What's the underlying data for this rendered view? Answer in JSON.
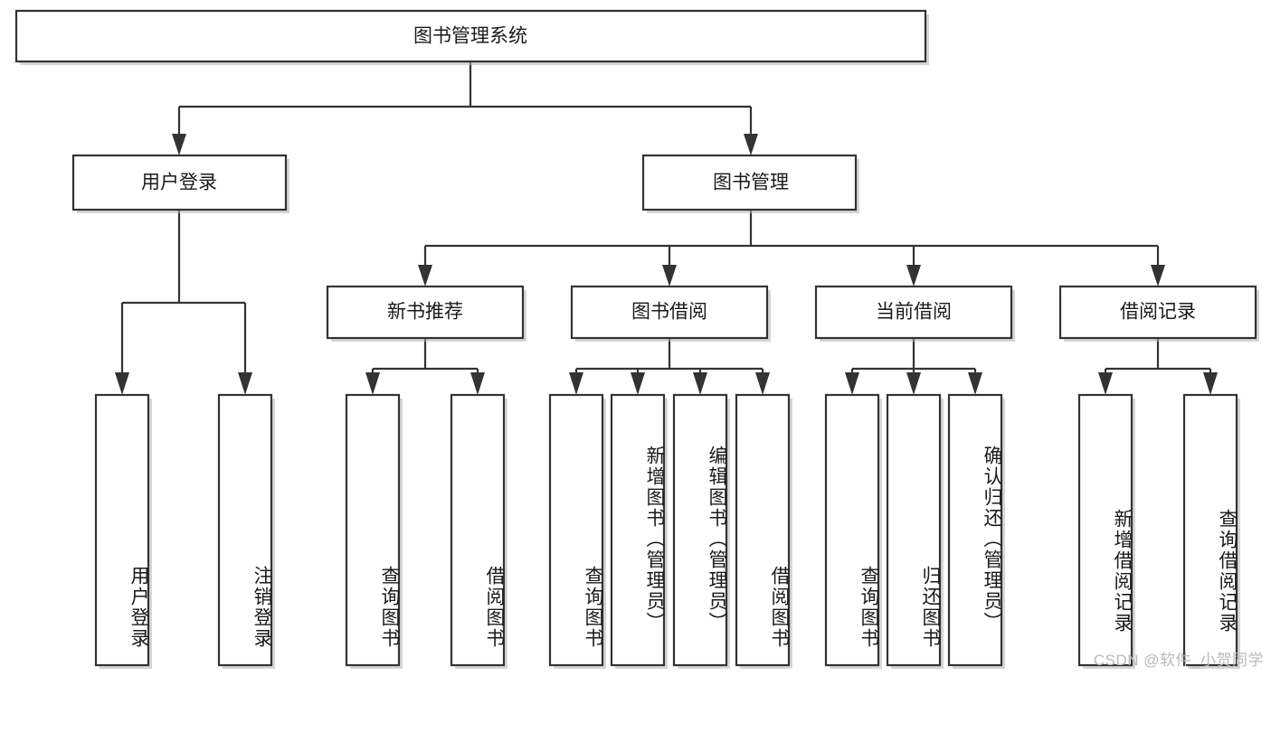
{
  "diagram": {
    "title": "图书管理系统",
    "type": "tree-hierarchy-diagram",
    "watermark": "CSDN @软件_小贺同学",
    "colors": {
      "box_stroke": "#333333",
      "box_fill": "#ffffff",
      "connector": "#333333",
      "text": "#1a1a1a",
      "watermark": "#b9b9b9",
      "background": "#ffffff"
    },
    "levels": [
      {
        "level": 1,
        "nodes": [
          {
            "id": "root",
            "label": "图书管理系统",
            "orientation": "horizontal"
          }
        ]
      },
      {
        "level": 2,
        "nodes": [
          {
            "id": "user-login",
            "label": "用户登录",
            "orientation": "horizontal",
            "parent": "root"
          },
          {
            "id": "book-manage",
            "label": "图书管理",
            "orientation": "horizontal",
            "parent": "root"
          }
        ]
      },
      {
        "level": 3,
        "nodes": [
          {
            "id": "new-book-rec",
            "label": "新书推荐",
            "orientation": "horizontal",
            "parent": "book-manage"
          },
          {
            "id": "book-borrow",
            "label": "图书借阅",
            "orientation": "horizontal",
            "parent": "book-manage"
          },
          {
            "id": "current-borrow",
            "label": "当前借阅",
            "orientation": "horizontal",
            "parent": "book-manage"
          },
          {
            "id": "borrow-record",
            "label": "借阅记录",
            "orientation": "horizontal",
            "parent": "book-manage"
          }
        ]
      },
      {
        "level": 4,
        "nodes": [
          {
            "id": "leaf-user-login",
            "label": "用户登录",
            "orientation": "vertical",
            "parent": "user-login"
          },
          {
            "id": "leaf-logout",
            "label": "注销登录",
            "orientation": "vertical",
            "parent": "user-login"
          },
          {
            "id": "leaf-query-book-1",
            "label": "查询图书",
            "orientation": "vertical",
            "parent": "new-book-rec"
          },
          {
            "id": "leaf-borrow-book-1",
            "label": "借阅图书",
            "orientation": "vertical",
            "parent": "new-book-rec"
          },
          {
            "id": "leaf-query-book-2",
            "label": "查询图书",
            "orientation": "vertical",
            "parent": "book-borrow"
          },
          {
            "id": "leaf-add-book",
            "label": "新增图书（管理员）",
            "orientation": "vertical",
            "parent": "book-borrow"
          },
          {
            "id": "leaf-edit-book",
            "label": "编辑图书（管理员）",
            "orientation": "vertical",
            "parent": "book-borrow"
          },
          {
            "id": "leaf-borrow-book-2",
            "label": "借阅图书",
            "orientation": "vertical",
            "parent": "book-borrow"
          },
          {
            "id": "leaf-query-book-3",
            "label": "查询图书",
            "orientation": "vertical",
            "parent": "current-borrow"
          },
          {
            "id": "leaf-return-book",
            "label": "归还图书",
            "orientation": "vertical",
            "parent": "current-borrow"
          },
          {
            "id": "leaf-confirm-return",
            "label": "确认归还（管理员）",
            "orientation": "vertical",
            "parent": "current-borrow"
          },
          {
            "id": "leaf-add-record",
            "label": "新增借阅记录",
            "orientation": "vertical",
            "parent": "borrow-record"
          },
          {
            "id": "leaf-query-record",
            "label": "查询借阅记录",
            "orientation": "vertical",
            "parent": "borrow-record"
          }
        ]
      }
    ]
  }
}
